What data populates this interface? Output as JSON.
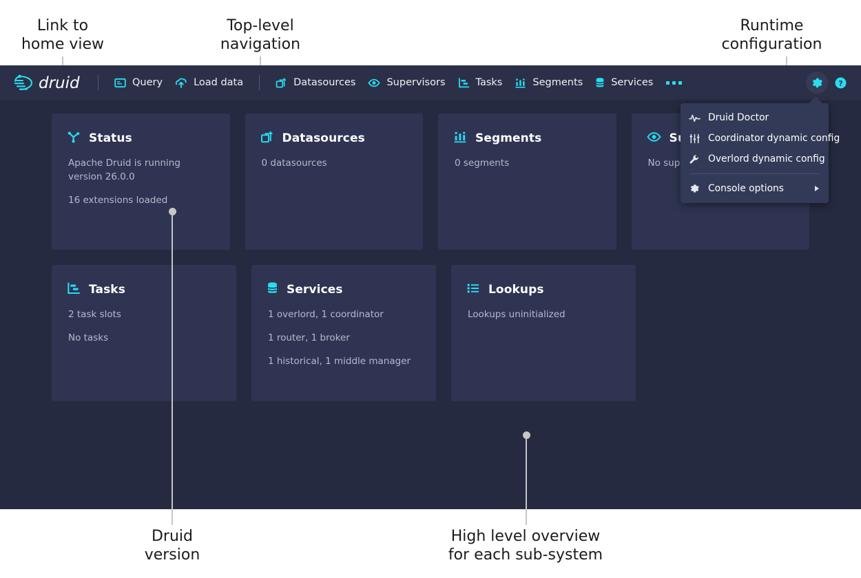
{
  "annotations": [
    {
      "id": "link-to-home-view",
      "text": "Link to\nhome view"
    },
    {
      "id": "top-level-navigation",
      "text": "Top-level\nnavigation"
    },
    {
      "id": "runtime-configuration",
      "text": "Runtime\nconfiguration"
    },
    {
      "id": "druid-version",
      "text": "Druid\nversion"
    },
    {
      "id": "high-level-overview",
      "text": "High level overview\nfor each sub-system"
    }
  ],
  "header": {
    "brand": "druid",
    "nav_items": [
      {
        "label": "Query",
        "icon": "query-icon"
      },
      {
        "label": "Load data",
        "icon": "load-data-icon"
      },
      {
        "label": "Datasources",
        "icon": "datasources-icon"
      },
      {
        "label": "Supervisors",
        "icon": "supervisors-icon"
      },
      {
        "label": "Tasks",
        "icon": "tasks-icon"
      },
      {
        "label": "Segments",
        "icon": "segments-icon"
      },
      {
        "label": "Services",
        "icon": "services-icon"
      }
    ],
    "more_icon": "more-icon",
    "settings_icon": "gear-icon",
    "help_icon": "help-icon"
  },
  "menu": {
    "items": [
      {
        "label": "Druid Doctor",
        "icon": "pulse-icon",
        "submenu": false
      },
      {
        "label": "Coordinator dynamic config",
        "icon": "sliders-icon",
        "submenu": false
      },
      {
        "label": "Overlord dynamic config",
        "icon": "wrench-icon",
        "submenu": false
      },
      {
        "label": "Console options",
        "icon": "gear-icon",
        "submenu": true
      }
    ]
  },
  "cards": {
    "row1": [
      {
        "title": "Status",
        "icon": "status-icon",
        "lines": [
          "Apache Druid is running",
          "version 26.0.0"
        ],
        "extra": [
          "16 extensions loaded"
        ]
      },
      {
        "title": "Datasources",
        "icon": "datasources-icon",
        "lines": [
          "0 datasources"
        ],
        "extra": []
      },
      {
        "title": "Segments",
        "icon": "segments-icon",
        "lines": [
          "0 segments"
        ],
        "extra": []
      },
      {
        "title": "Supervisors",
        "icon": "supervisors-icon",
        "lines": [
          "No supervisors"
        ],
        "extra": []
      }
    ],
    "row2": [
      {
        "title": "Tasks",
        "icon": "tasks-icon",
        "lines": [
          "2 task slots"
        ],
        "extra": [
          "No tasks"
        ]
      },
      {
        "title": "Services",
        "icon": "services-icon",
        "lines": [
          "1 overlord, 1 coordinator",
          "1 router, 1 broker",
          "1 historical, 1 middle manager"
        ],
        "extra": []
      },
      {
        "title": "Lookups",
        "icon": "lookups-icon",
        "lines": [
          "Lookups uninitialized"
        ],
        "extra": []
      }
    ]
  },
  "colors": {
    "app_background": "#252a40",
    "navbar_background": "#2b3048",
    "card_background": "#2f3452",
    "menu_background": "#333a57",
    "accent": "#28ddf0",
    "text_primary": "#ffffff",
    "text_secondary": "#b6bace",
    "annotation_text": "#1b1b1b",
    "leader_line": "#c6c6c6"
  }
}
